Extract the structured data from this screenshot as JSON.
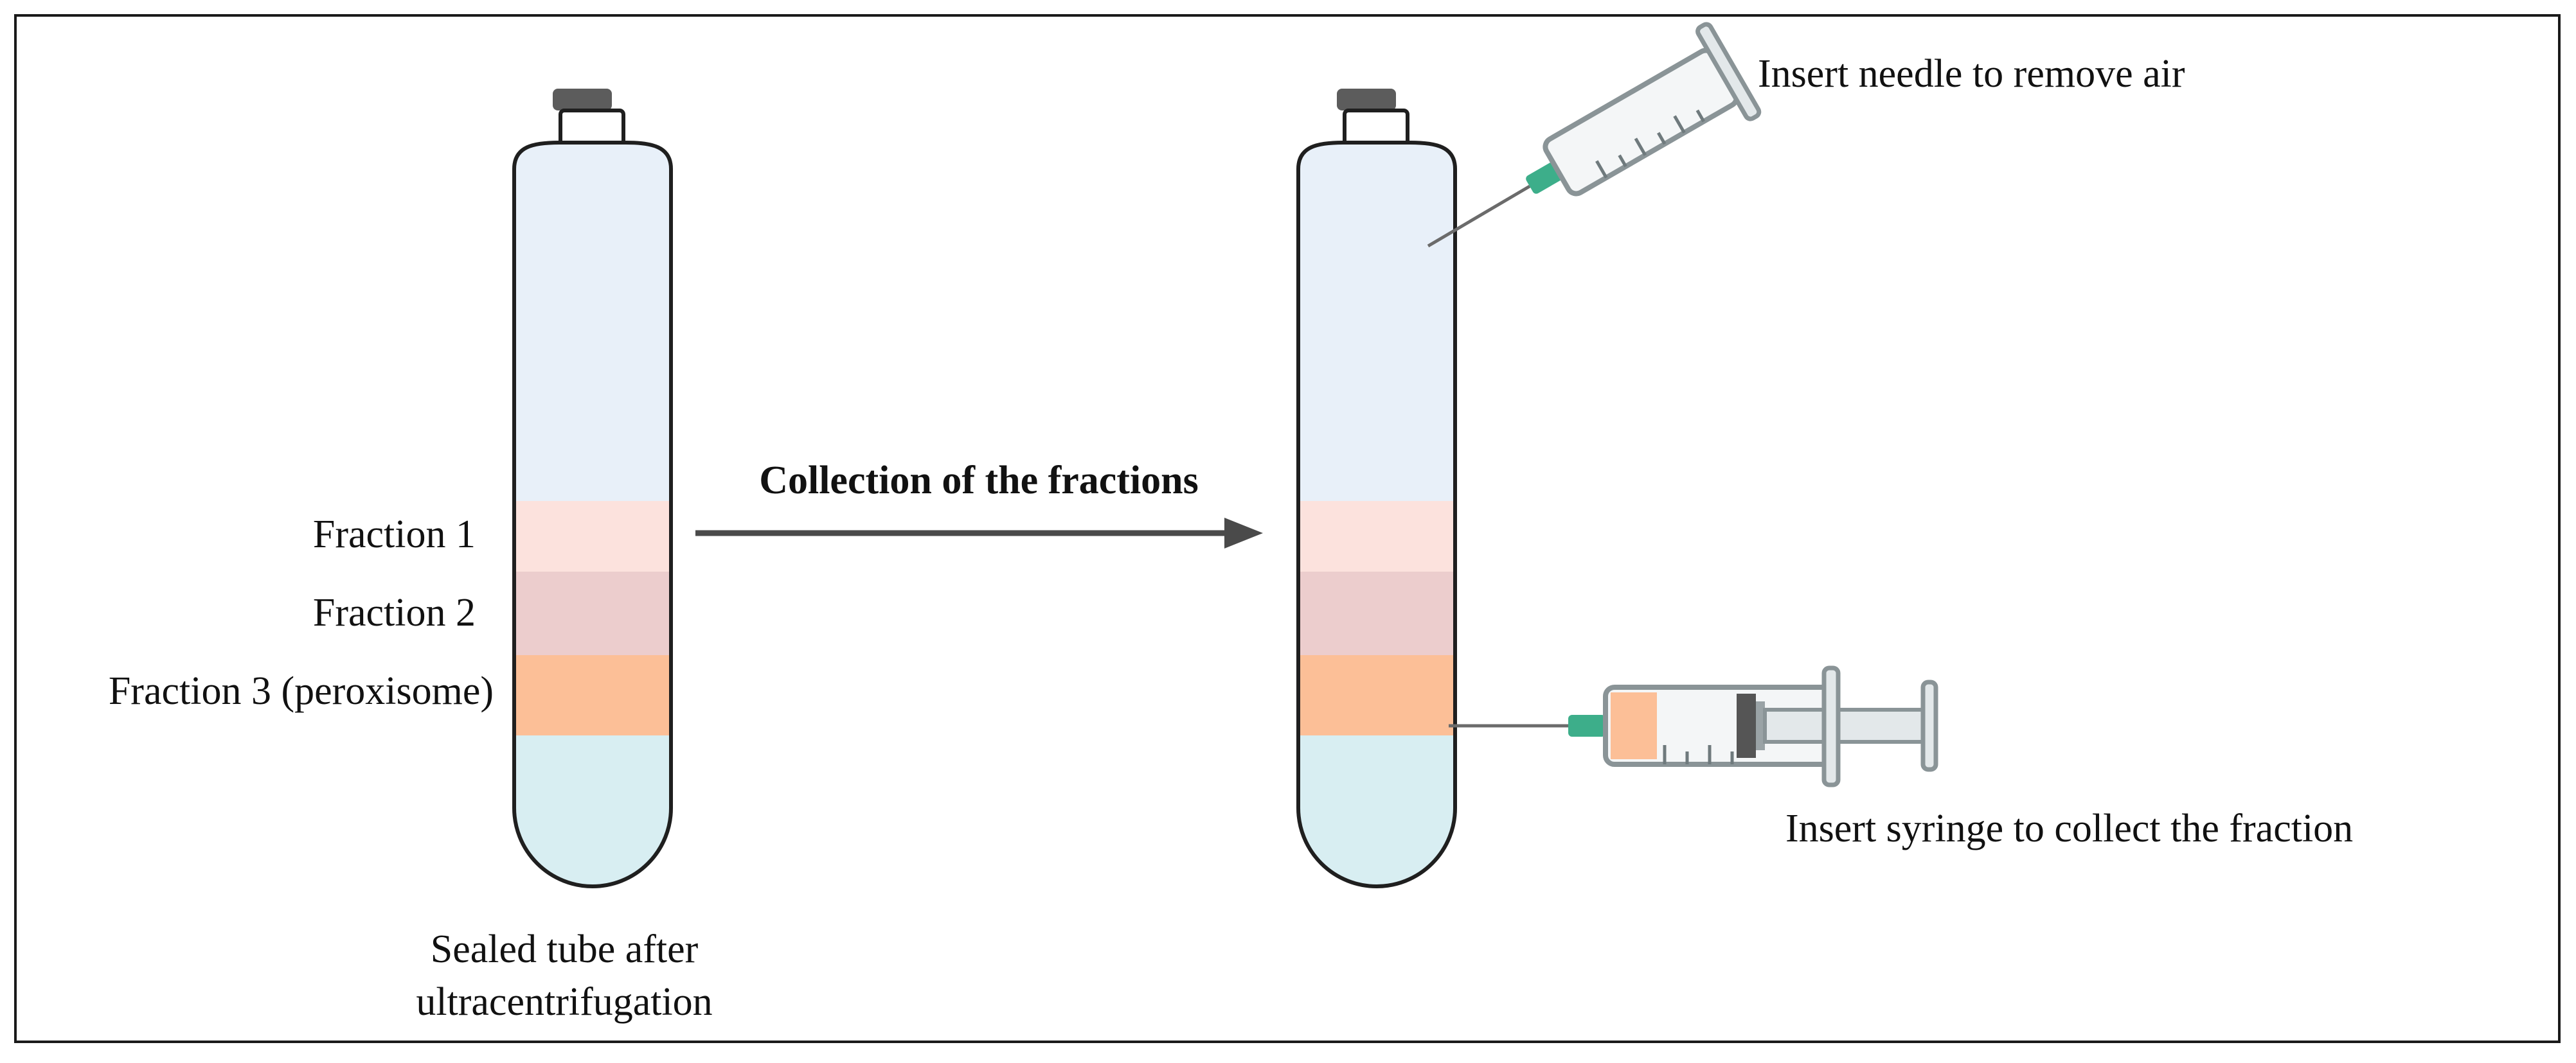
{
  "colors": {
    "frame": "#1a1a1a",
    "tube_outline": "#1f1f1f",
    "air_region": "#e8f0f9",
    "fraction1": "#fce2dd",
    "fraction2": "#eccdcd",
    "fraction3": "#fcbf97",
    "bottom_liquid": "#d8eef2",
    "cap_dark": "#5c5c5c",
    "needle_hub": "#3dae8a",
    "syringe_body": "#e3e8ea",
    "syringe_outline": "#8a9497",
    "plunger_dark": "#555555",
    "arrow": "#4a4a4a"
  },
  "left_tube": {
    "fraction_labels": [
      "Fraction 1",
      "Fraction 2",
      "Fraction 3 (peroxisome)"
    ],
    "caption_lines": [
      "Sealed tube after",
      "ultracentrifugation"
    ]
  },
  "arrow": {
    "label": "Collection of the fractions"
  },
  "right_tube": {
    "needle_label": "Insert needle to remove air",
    "syringe_label": "Insert syringe to collect the fraction"
  },
  "icons": [
    "sealed-tube-icon",
    "needle-syringe-icon",
    "collecting-syringe-icon"
  ]
}
